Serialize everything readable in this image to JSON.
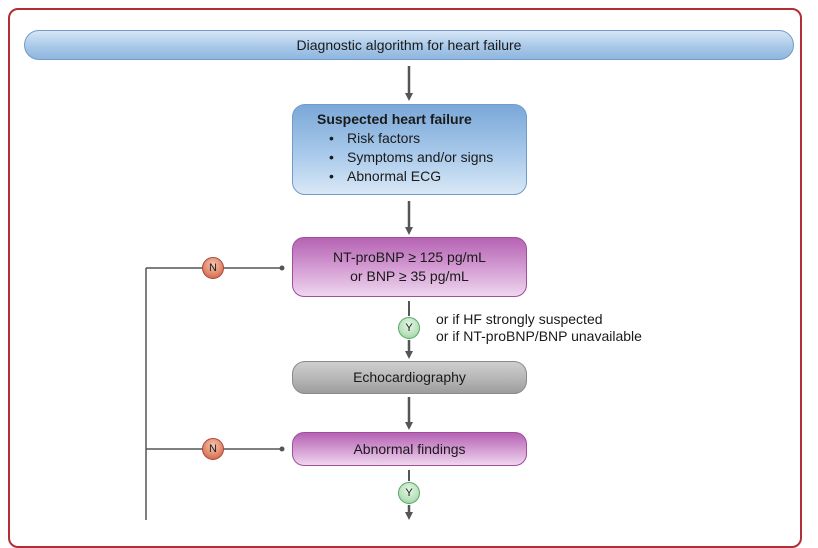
{
  "title": "Diagnostic algorithm for heart failure",
  "suspected": {
    "heading": "Suspected heart failure",
    "items": [
      "Risk factors",
      "Symptoms and/or signs",
      "Abnormal ECG"
    ]
  },
  "bnp": {
    "line1": "NT-proBNP ≥ 125 pg/mL",
    "line2": "or BNP ≥ 35 pg/mL"
  },
  "note": {
    "line1": "or if HF strongly suspected",
    "line2": "or if NT-proBNP/BNP unavailable"
  },
  "echo": "Echocardiography",
  "abnormal": "Abnormal findings",
  "labels": {
    "no": "N",
    "yes": "Y"
  }
}
